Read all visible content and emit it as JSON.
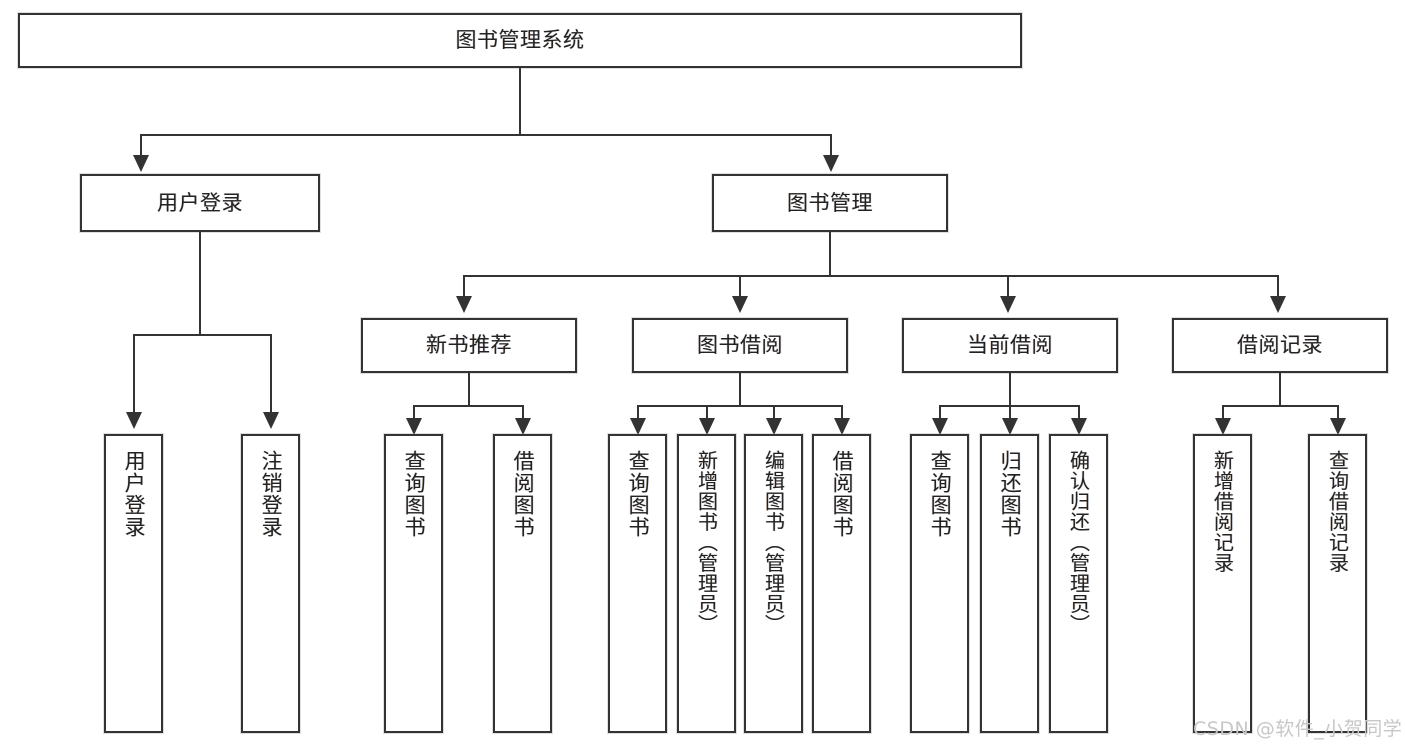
{
  "diagram": {
    "title": "图书管理系统",
    "type": "功能结构图",
    "root": {
      "label": "图书管理系统"
    },
    "level2": [
      {
        "label": "用户登录"
      },
      {
        "label": "图书管理"
      }
    ],
    "level3": [
      {
        "label": "新书推荐"
      },
      {
        "label": "图书借阅"
      },
      {
        "label": "当前借阅"
      },
      {
        "label": "借阅记录"
      }
    ],
    "leaves": {
      "user_login": [
        {
          "label": "用户登录"
        },
        {
          "label": "注销登录"
        }
      ],
      "new_book_recommend": [
        {
          "label": "查询图书"
        },
        {
          "label": "借阅图书"
        }
      ],
      "book_borrow": [
        {
          "label": "查询图书"
        },
        {
          "label": "新增图书（管理员）"
        },
        {
          "label": "编辑图书（管理员）"
        },
        {
          "label": "借阅图书"
        }
      ],
      "current_borrow": [
        {
          "label": "查询图书"
        },
        {
          "label": "归还图书"
        },
        {
          "label": "确认归还（管理员）"
        }
      ],
      "borrow_record": [
        {
          "label": "新增借阅记录"
        },
        {
          "label": "查询借阅记录"
        }
      ]
    }
  },
  "watermark": {
    "text": "CSDN @软件_小贺同学"
  },
  "colors": {
    "border": "#333333",
    "background": "#ffffff",
    "text": "#222222",
    "watermark": "#c7c7c7"
  }
}
